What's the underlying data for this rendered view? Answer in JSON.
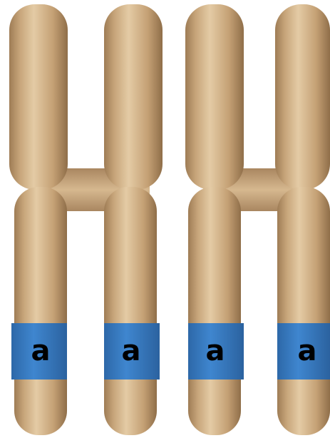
{
  "diagram": {
    "description_type": "homologous chromosome pair",
    "chromosomes": [
      {
        "id": "left",
        "chromatids": [
          {
            "id": "left-a",
            "allele": "a"
          },
          {
            "id": "left-b",
            "allele": "a"
          }
        ]
      },
      {
        "id": "right",
        "chromatids": [
          {
            "id": "right-a",
            "allele": "a"
          },
          {
            "id": "right-b",
            "allele": "a"
          }
        ]
      }
    ],
    "colors": {
      "chromosome_body": "#c7a57a",
      "chromosome_highlight": "#e4cba5",
      "chromosome_shadow": "#9e7c55",
      "band": "#3a7cc3",
      "band_label": "#000000"
    }
  }
}
